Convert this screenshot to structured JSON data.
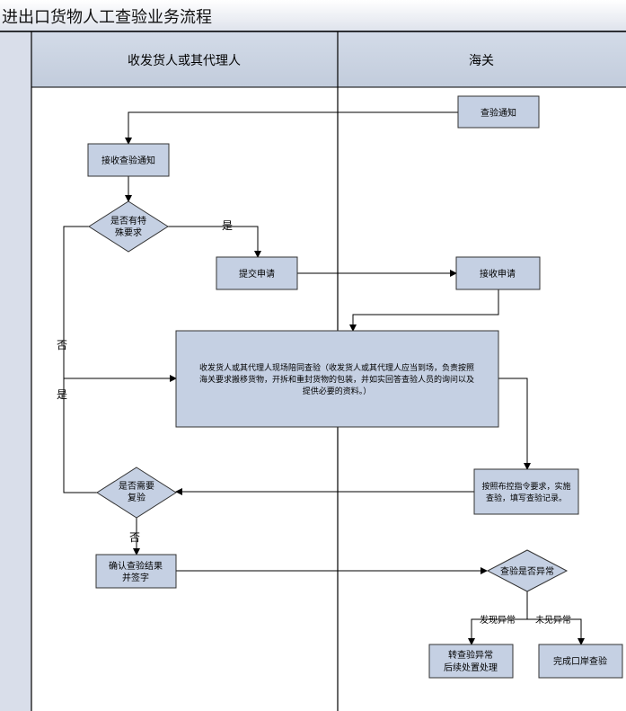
{
  "title": "进出口货物人工查验业务流程",
  "lanes": {
    "left": "收发货人或其代理人",
    "right": "海关"
  },
  "nodes": {
    "notice": "查验通知",
    "receive_notice": "接收查验通知",
    "special_req": [
      "是否有特",
      "殊要求"
    ],
    "submit": "提交申请",
    "accept": "接收申请",
    "onsite": [
      "收发货人或其代理人现场陪同查验（收发货人或其代理人应当到场，负责按照",
      "海关要求搬移货物，开拆和重封货物的包装，并如实回答查验人员的询问以及",
      "提供必要的资料。）"
    ],
    "inspect": [
      "按照布控指令要求，实施",
      "查验，填写查验记录。"
    ],
    "recheck": [
      "是否需要",
      "复验"
    ],
    "confirm": [
      "确认查验结果",
      "并签字"
    ],
    "abnormal": "查验是否异常",
    "handle": [
      "转查验异常",
      "后续处置处理"
    ],
    "complete": "完成口岸查验"
  },
  "labels": {
    "yes1": "是",
    "no1": "否",
    "yes2": "是",
    "no2": "否",
    "found": "发现异常",
    "notfound": "未见异常"
  }
}
